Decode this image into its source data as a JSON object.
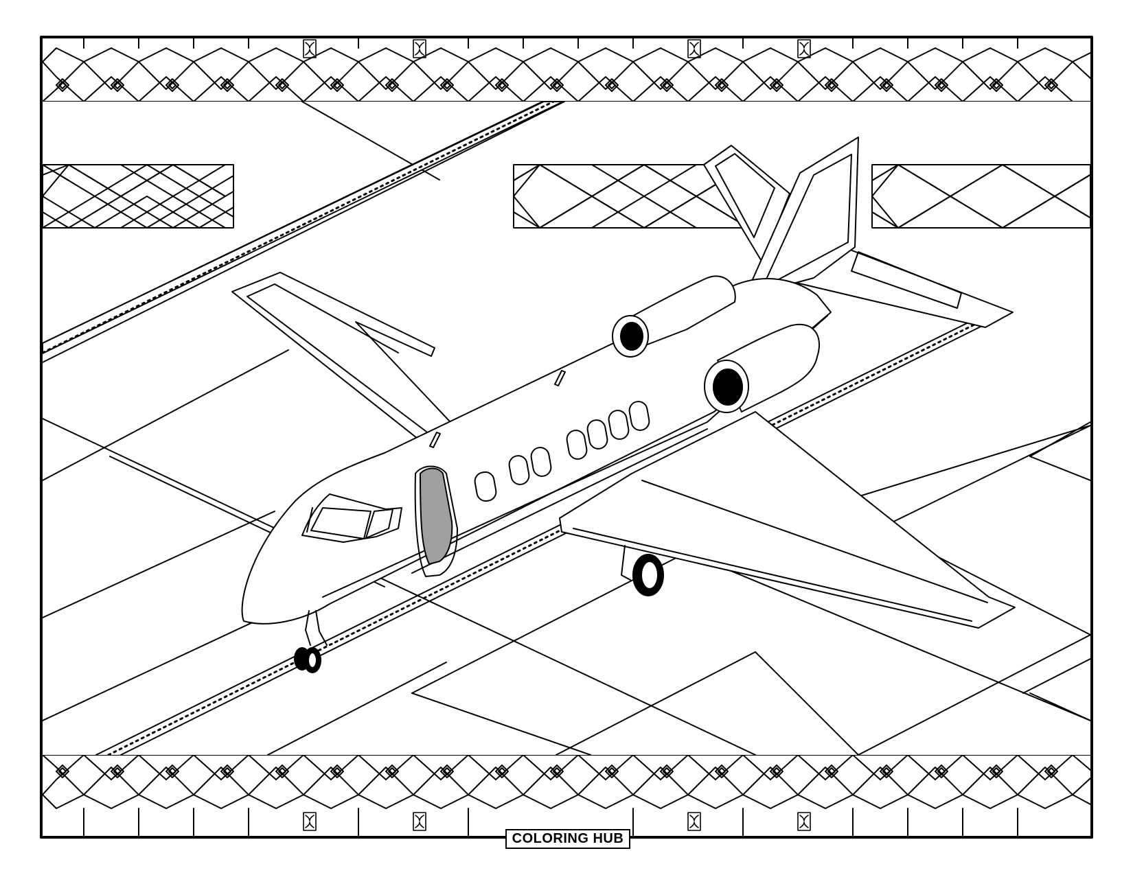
{
  "page": {
    "type": "coloring-page",
    "subject": "jet-airplane-on-runway",
    "line_color": "#000000",
    "background_color": "#ffffff",
    "door_fill_color": "#a0a0a0"
  },
  "brand": {
    "label": "COLORING HUB"
  },
  "icons": [
    "butterfly-motif",
    "diamond-motif"
  ]
}
